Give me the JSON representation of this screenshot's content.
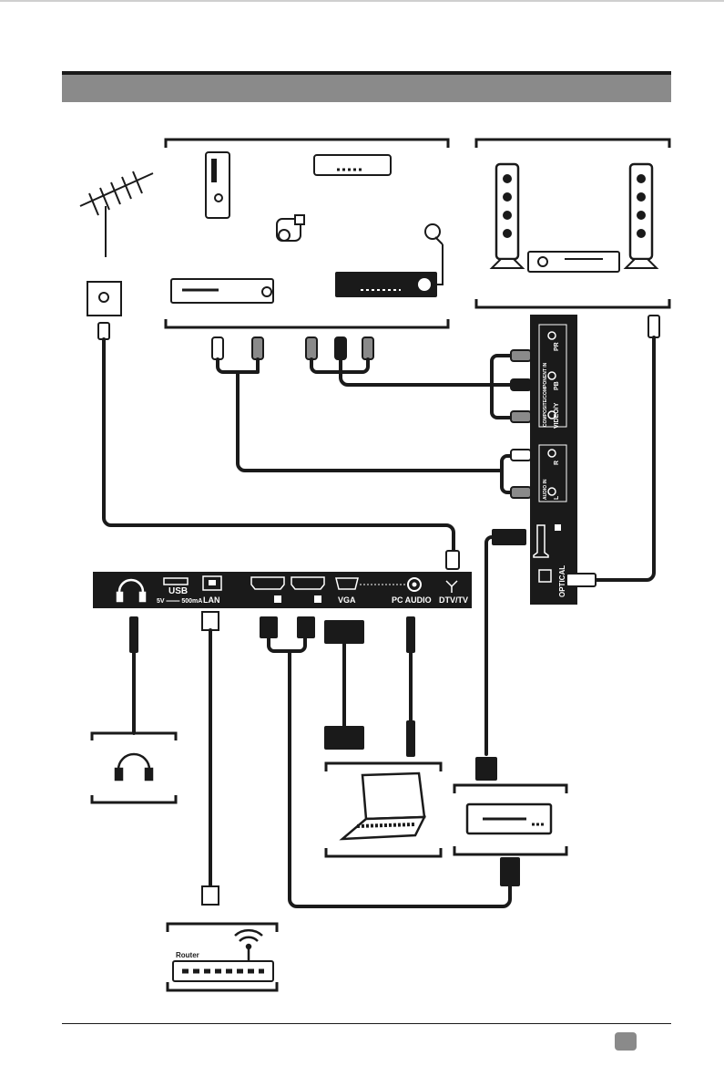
{
  "panel": {
    "ports": {
      "usb": "USB",
      "usb_rating": "5V ═══ 500mA",
      "lan": "LAN",
      "vga": "VGA",
      "pc_audio": "PC AUDIO",
      "dtv_tv": "DTV/TV"
    },
    "side_ports": {
      "pr": "PR",
      "pb": "PB",
      "video_y": "VIDEO/Y",
      "component_in": "COMPOSITE/COMPONENT IN",
      "audio_in": "AUDIO IN",
      "r": "R",
      "l": "L",
      "optical": "OPTICAL"
    }
  },
  "devices": {
    "router_label": "Router"
  },
  "colors": {
    "header": "#8a8a8a",
    "line": "#1a1a1a",
    "panel": "#1a1a1a"
  }
}
